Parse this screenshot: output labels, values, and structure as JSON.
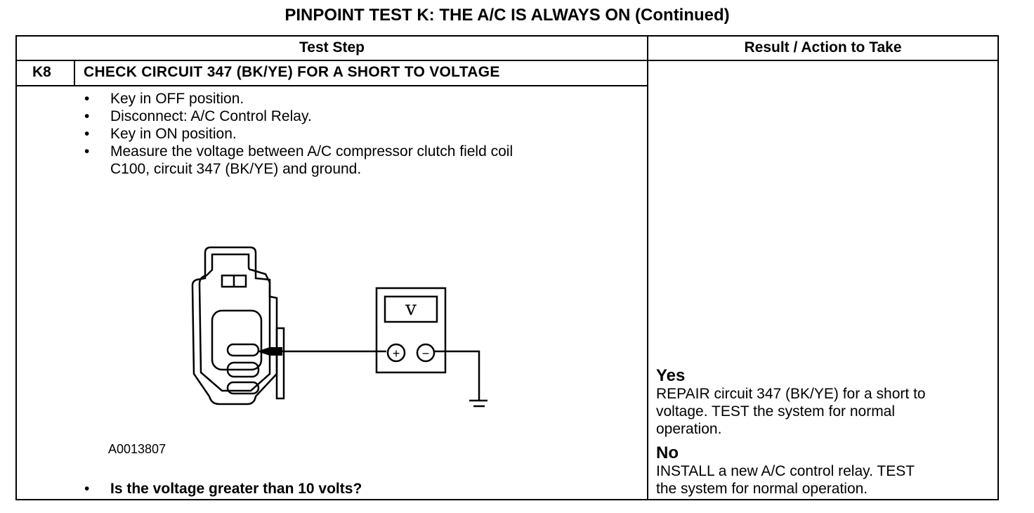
{
  "title": "PINPOINT TEST  K: THE A/C IS ALWAYS ON (Continued)",
  "headers": {
    "test_step": "Test Step",
    "result": "Result / Action to Take"
  },
  "step": {
    "id": "K8",
    "title": "CHECK CIRCUIT 347 (BK/YE) FOR A SHORT TO VOLTAGE",
    "bullets": [
      "Key in OFF position.",
      "Disconnect: A/C Control Relay.",
      "Key in ON position.",
      "Measure the voltage between A/C compressor clutch field coil",
      "C100, circuit 347 (BK/YE) and ground."
    ],
    "bullet_marker": "•",
    "figure_id": "A0013807",
    "meter_symbol": "v",
    "meter_plus": "+",
    "meter_minus": "−",
    "question": "Is the voltage greater than 10 volts?"
  },
  "results": {
    "yes_label": "Yes",
    "yes_line1": "REPAIR circuit 347 (BK/YE) for a short to",
    "yes_line2": "voltage. TEST the system for normal",
    "yes_line3": "operation.",
    "no_label": "No",
    "no_line1": "INSTALL a new A/C control relay. TEST",
    "no_line2": "the system for normal operation."
  }
}
